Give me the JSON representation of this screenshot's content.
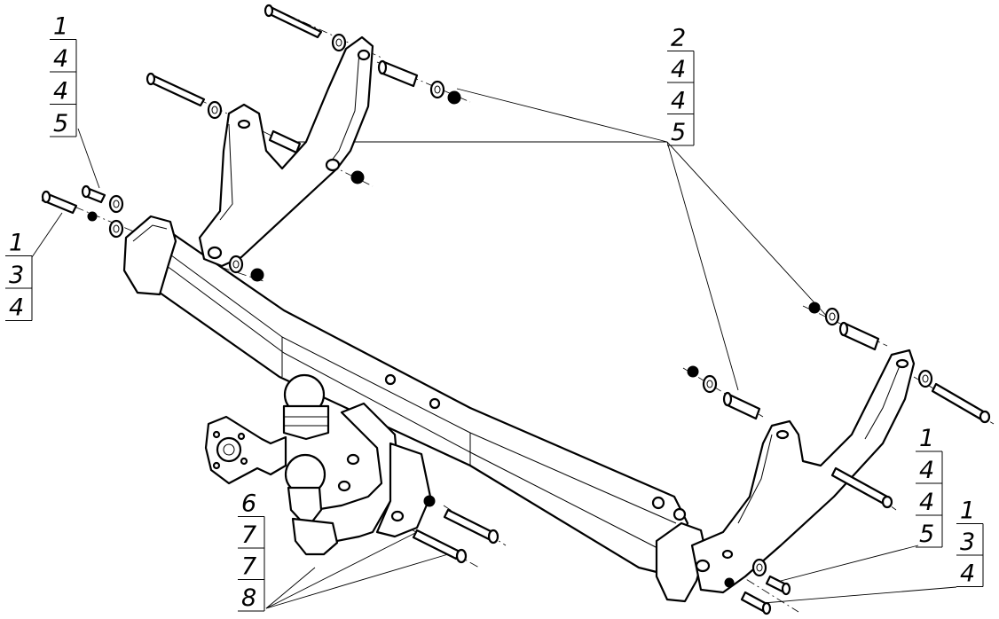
{
  "callouts": [
    {
      "id": "top-left",
      "numbers": [
        "1",
        "4",
        "4",
        "5"
      ]
    },
    {
      "id": "left",
      "numbers": [
        "1",
        "3",
        "4"
      ]
    },
    {
      "id": "top-right",
      "numbers": [
        "2",
        "4",
        "4",
        "5"
      ]
    },
    {
      "id": "right-upper",
      "numbers": [
        "1",
        "4",
        "4",
        "5"
      ]
    },
    {
      "id": "right-lower",
      "numbers": [
        "1",
        "3",
        "4"
      ]
    },
    {
      "id": "bottom-left",
      "numbers": [
        "6",
        "7",
        "7",
        "8"
      ]
    }
  ]
}
